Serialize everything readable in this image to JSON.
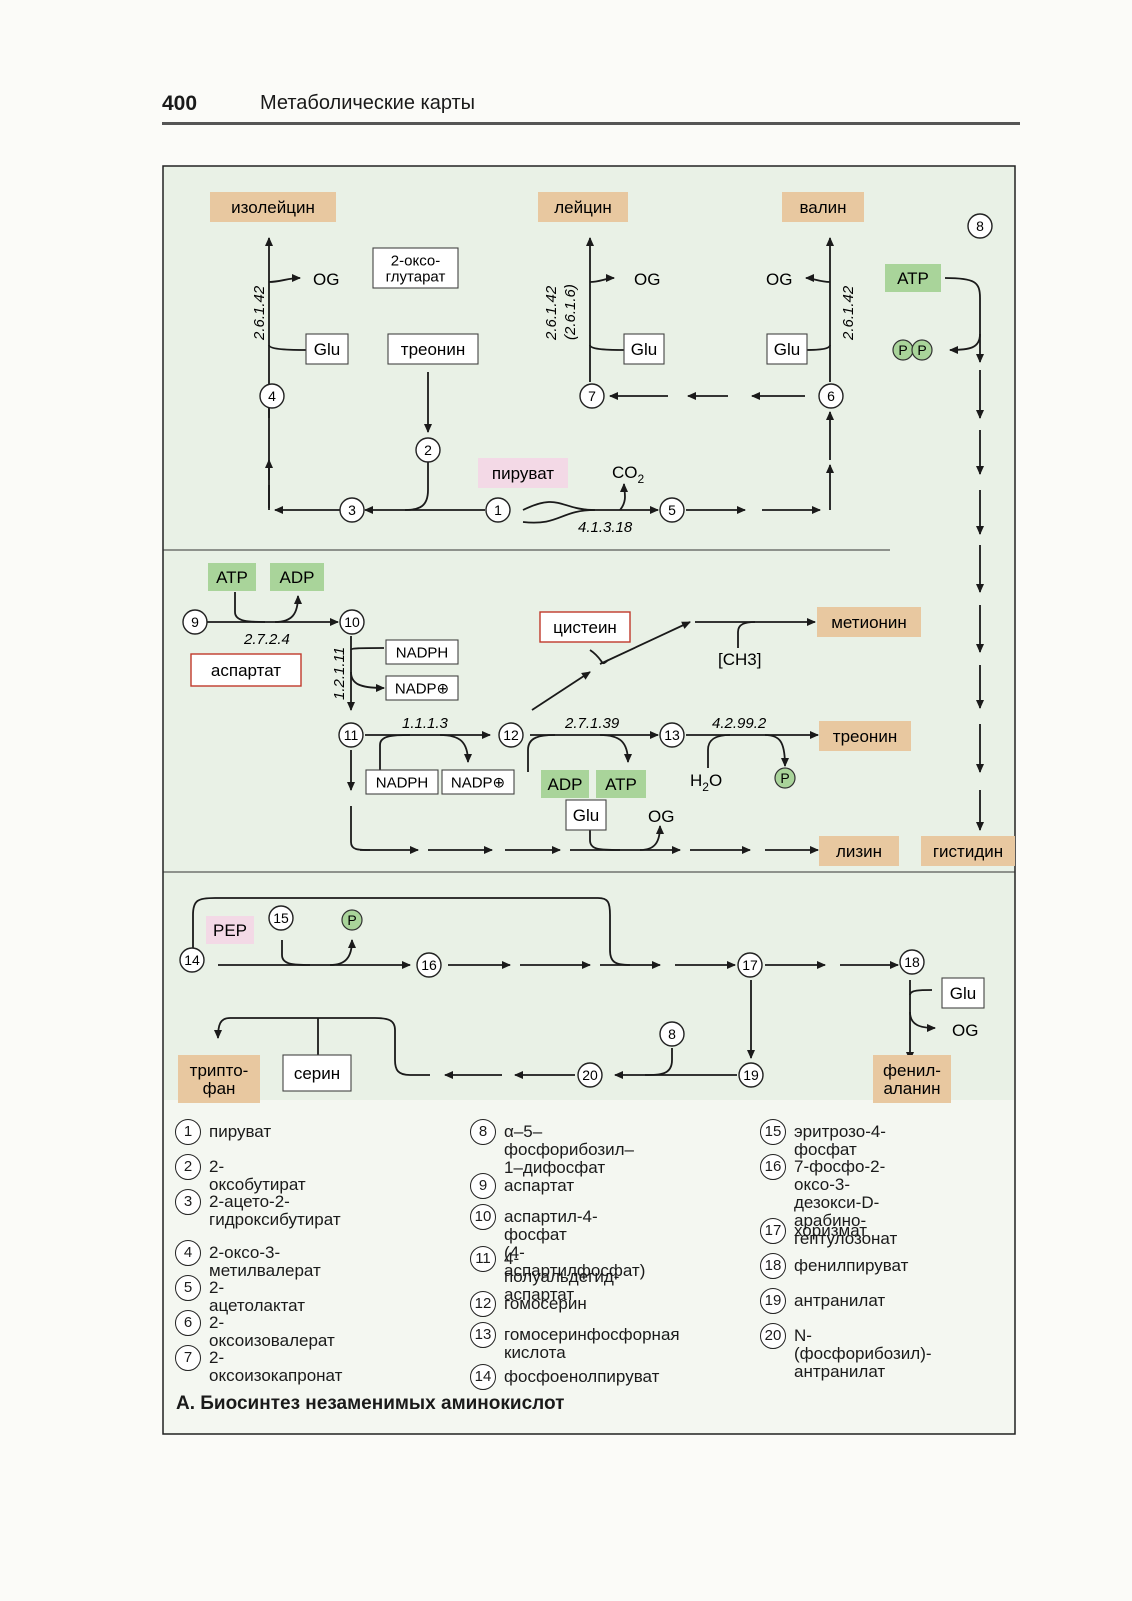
{
  "header": {
    "page_number": "400",
    "title": "Метаболические карты"
  },
  "caption": "А. Биосинтез незаменимых аминокислот",
  "colors": {
    "panel": "#e9f1e6",
    "amino": "#e8c8a0",
    "cofactor": "#a9d49a",
    "pyruvate": "#f3d9e6",
    "line": "#1a1a1a"
  },
  "diagram": {
    "amino": {
      "isoleucine": "изолейцин",
      "leucine": "лейцин",
      "valine": "валин",
      "methionine": "метионин",
      "threonine": "треонин",
      "lysine": "лизин",
      "histidine": "гистидин",
      "tryptophan": "трипто-\nфан",
      "phenylalanine": "фенил-\nаланин"
    },
    "boxes": {
      "oxoglutarate": "2-оксо-\nглутарат",
      "threonine_in": "треонин",
      "glu": "Glu",
      "og": "OG",
      "aspartate": "аспартат",
      "cysteine": "цистеин",
      "serine": "серин",
      "nadph": "NADPH",
      "nadp": "NADP⊕",
      "ch3": "[CH3]",
      "h2o": "H2O",
      "co2": "CO2"
    },
    "cofactors": {
      "atp": "ATP",
      "adp": "ADP",
      "pp": "P",
      "p": "P",
      "pep": "PEP"
    },
    "pyruvate": "пируват",
    "enzymes": {
      "e1": "2.6.1.42",
      "e2": "2.6.1.42",
      "e2b": "(2.6.1.6)",
      "e3": "2.6.1.42",
      "e4": "4.1.3.18",
      "e5": "2.7.2.4",
      "e6": "1.2.1.11",
      "e7": "1.1.1.3",
      "e8": "2.7.1.39",
      "e9": "4.2.99.2"
    },
    "nodes": [
      "1",
      "2",
      "3",
      "4",
      "5",
      "6",
      "7",
      "8",
      "9",
      "10",
      "11",
      "12",
      "13",
      "14",
      "15",
      "16",
      "17",
      "18",
      "19",
      "20"
    ]
  },
  "legend": [
    [
      {
        "n": "1",
        "name": "пируват"
      },
      {
        "n": "2",
        "name": "2-оксобутират"
      },
      {
        "n": "3",
        "name": "2-ацето-2-\nгидроксибутират"
      },
      {
        "n": "4",
        "name": "2-оксо-3-метилвалерат"
      },
      {
        "n": "5",
        "name": "2-ацетолактат"
      },
      {
        "n": "6",
        "name": "2-оксоизовалерат"
      },
      {
        "n": "7",
        "name": "2-оксоизокапронат"
      }
    ],
    [
      {
        "n": "8",
        "name": "α–5–фосфорибозил–\n1–дифосфат"
      },
      {
        "n": "9",
        "name": "аспартат"
      },
      {
        "n": "10",
        "name": "аспартил-4-фосфат\n(4-аспартилфосфат)"
      },
      {
        "n": "11",
        "name": "4-полуальдегид-\nаспартат"
      },
      {
        "n": "12",
        "name": "гомосерин"
      },
      {
        "n": "13",
        "name": "гомосеринфосфорная\nкислота"
      },
      {
        "n": "14",
        "name": "фосфоенолпируват"
      }
    ],
    [
      {
        "n": "15",
        "name": "эритрозо-4-фосфат"
      },
      {
        "n": "16",
        "name": "7-фосфо-2-оксо-3-\nдезокси-D-арабино-\nгептулозонат"
      },
      {
        "n": "17",
        "name": "хоризмат"
      },
      {
        "n": "18",
        "name": "фенилпируват"
      },
      {
        "n": "19",
        "name": "антранилат"
      },
      {
        "n": "20",
        "name": "N-(фосфорибозил)-\nантранилат"
      }
    ]
  ]
}
